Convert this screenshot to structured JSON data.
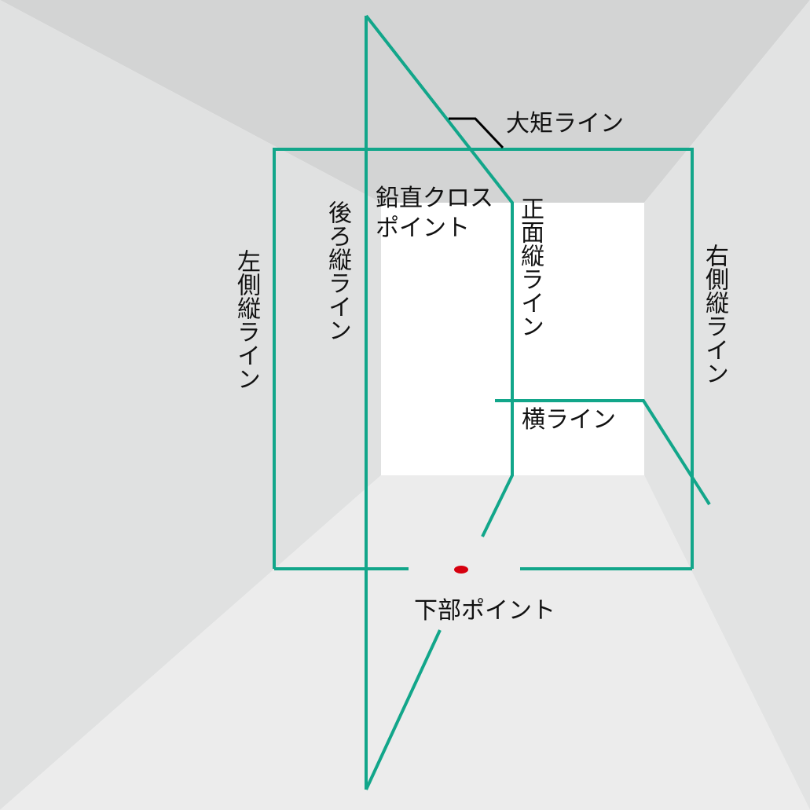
{
  "colors": {
    "laser": "#12a68a",
    "point": "#d6000f",
    "leader": "#000000",
    "text": "#111111",
    "ceiling": "#d3d4d4",
    "left_wall": "#e0e1e1",
    "right_wall": "#e2e3e3",
    "floor": "#ececec",
    "back_wall": "#ffffff"
  },
  "labels": {
    "ceiling_cross": "大矩ライン",
    "vertical_cross_point": "鉛直クロス\nポイント",
    "rear_vertical": "後ろ縦ライン",
    "front_vertical": "正面縦ライン",
    "left_vertical": "左側縦ライン",
    "right_vertical": "右側縦ライン",
    "horizontal": "横ライン",
    "bottom_point": "下部ポイント"
  }
}
